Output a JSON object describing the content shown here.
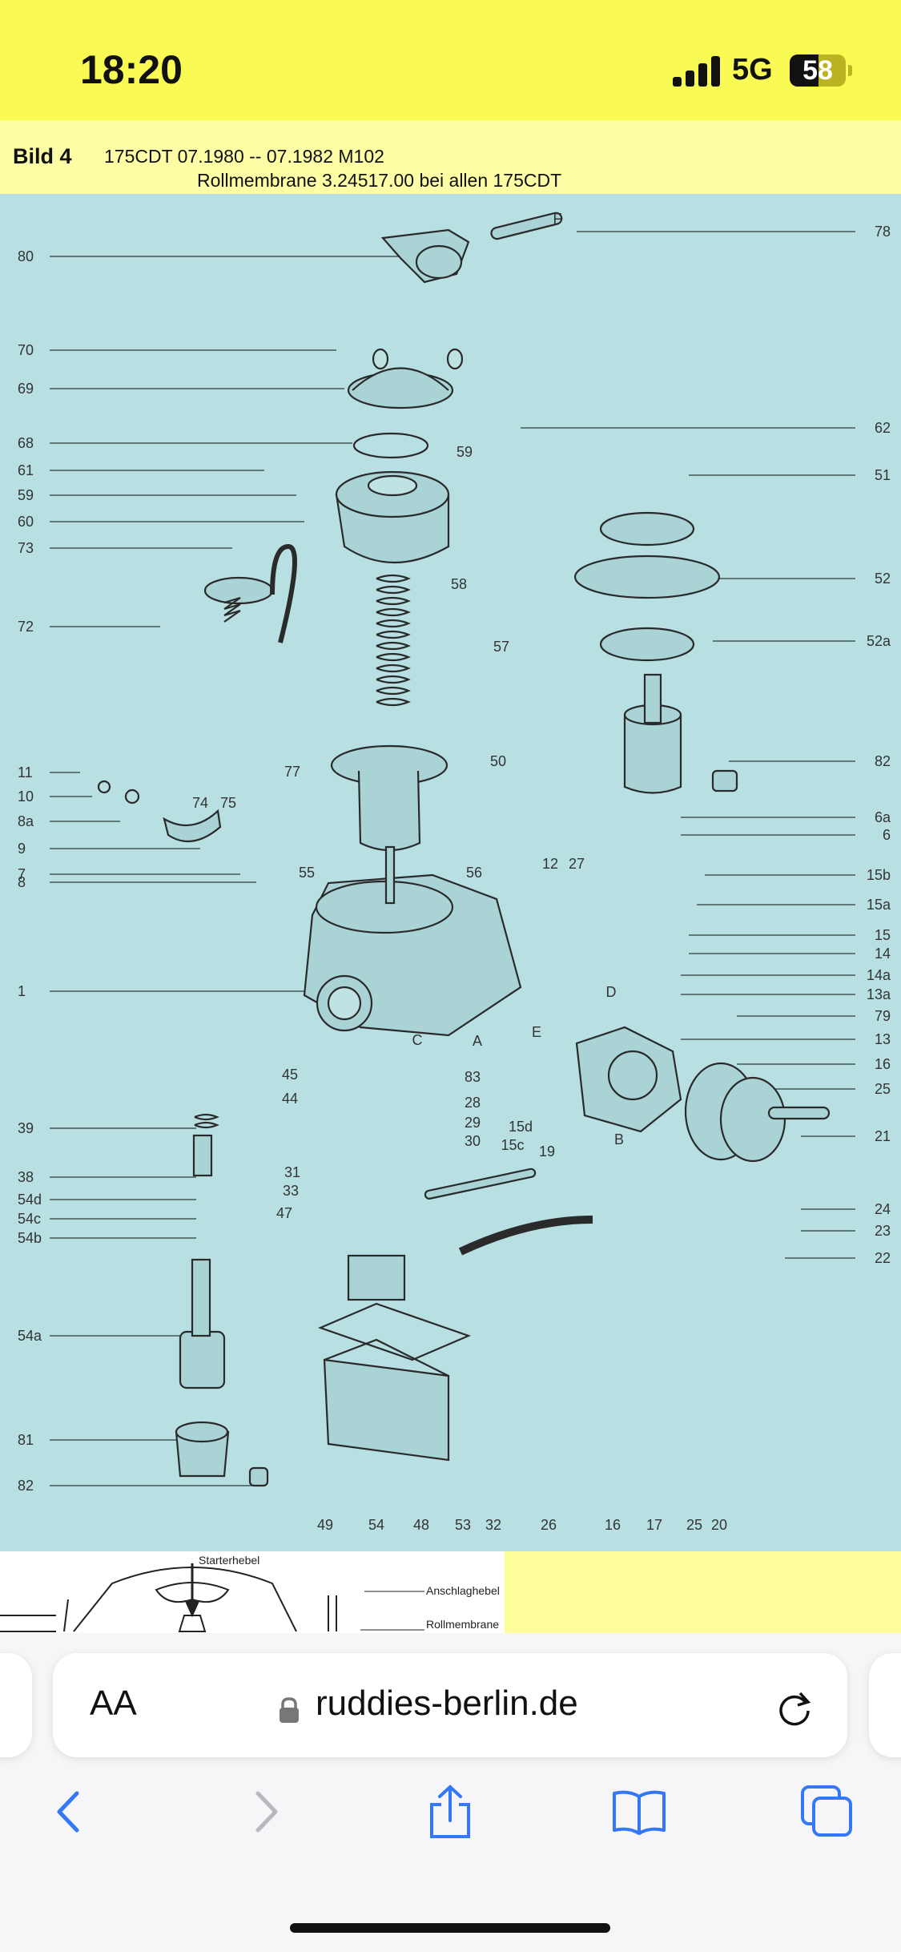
{
  "status_bar": {
    "time": "18:20",
    "network": "5G",
    "battery": "58"
  },
  "header": {
    "bild": "Bild 4",
    "line1": "175CDT  07.1980 --  07.1982  M102",
    "line2": "Rollmembrane  3.24517.00 bei allen 175CDT"
  },
  "diagram": {
    "left_labels": [
      "80",
      "70",
      "69",
      "68",
      "61",
      "59",
      "60",
      "73",
      "72",
      "11",
      "10",
      "8a",
      "9",
      "7",
      "8",
      "1",
      "39",
      "38",
      "54d",
      "54c",
      "54b",
      "54a",
      "81",
      "82"
    ],
    "right_labels": [
      "78",
      "62",
      "51",
      "52",
      "52a",
      "82",
      "6a",
      "6",
      "15b",
      "15a",
      "15",
      "14",
      "14a",
      "13a",
      "79",
      "13",
      "16",
      "25",
      "21",
      "24",
      "23",
      "22"
    ],
    "center_labels": [
      "F",
      "59",
      "58",
      "57",
      "50",
      "77",
      "74",
      "75",
      "55",
      "56",
      "12",
      "27",
      "45",
      "44",
      "28",
      "29",
      "30",
      "31",
      "33",
      "47",
      "83",
      "15d",
      "15c",
      "19",
      "C",
      "A",
      "B",
      "D",
      "E",
      "49",
      "54",
      "48",
      "53",
      "32",
      "26",
      "16",
      "17",
      "25",
      "20"
    ]
  },
  "preview": {
    "label_starter": "Starterhebel",
    "label_stop": "Anschlaghebel",
    "label_membrane": "Rollmembrane"
  },
  "browser": {
    "text_size": "AA",
    "url": "ruddies-berlin.de"
  },
  "icons": {
    "back": "chevron-left-icon",
    "forward": "chevron-right-icon",
    "share": "share-icon",
    "bookmarks": "book-icon",
    "tabs": "tabs-icon",
    "lock": "lock-icon",
    "reload": "reload-icon"
  }
}
